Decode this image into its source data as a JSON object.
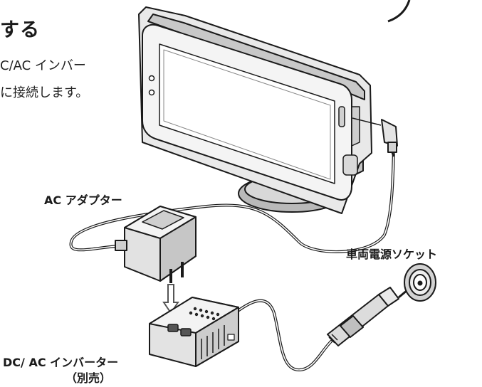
{
  "section": {
    "heading": "する",
    "body_lines": [
      "C/AC インバー",
      "に接続します。"
    ]
  },
  "labels": {
    "ac_adapter": "AC アダプター",
    "car_socket": "車両電源ソケット",
    "inverter": "DC/ AC インバーター",
    "inverter_note": "（別売）"
  }
}
